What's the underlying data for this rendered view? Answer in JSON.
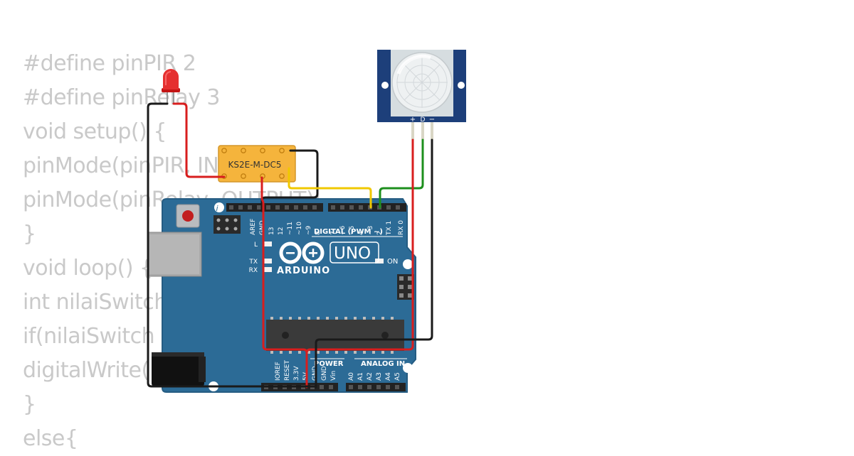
{
  "code_lines": [
    "#define pinPIR 2",
    "#define pinRelay 3",
    "void setup() {",
    "pinMode(pinPIR, INPUT);",
    "pinMode(pinRelay, OUTPUT);",
    "}",
    "void loop() {",
    "int nilaiSwitch",
    "if(nilaiSwitch",
    "digitalWrite(",
    "}",
    "else{"
  ],
  "relay": {
    "label": "KS2E-M-DC5"
  },
  "pir": {
    "pin_plus": "+",
    "pin_d": "D",
    "pin_minus": "−"
  },
  "arduino": {
    "brand": "ARDUINO",
    "model": "UNO",
    "led_l": "L",
    "led_tx": "TX",
    "led_rx": "RX",
    "led_on": "ON",
    "digital_header": "DIGITAL (PWM ~)",
    "analog_header": "ANALOG IN",
    "power_header": "POWER",
    "digital_pins": [
      "AREF",
      "GND",
      "13",
      "12",
      "~11",
      "~10",
      "~9",
      "8",
      "7",
      "~6",
      "~5",
      "4",
      "~3",
      "2",
      "TX 1",
      "RX 0"
    ],
    "power_pins": [
      "IOREF",
      "RESET",
      "3.3V",
      "5V",
      "GND",
      "GND",
      "Vin"
    ],
    "analog_pins": [
      "A0",
      "A1",
      "A2",
      "A3",
      "A4",
      "A5"
    ]
  },
  "colors": {
    "board": "#2c6b96",
    "board_edge": "#255c82",
    "relay": "#f5b43c",
    "pir_frame": "#1d3f7a",
    "wire_red": "#d81e1e",
    "wire_black": "#1a1a1a",
    "wire_yellow": "#f0c800",
    "wire_green": "#1d8f1d",
    "code_text": "#c9c9c9"
  }
}
